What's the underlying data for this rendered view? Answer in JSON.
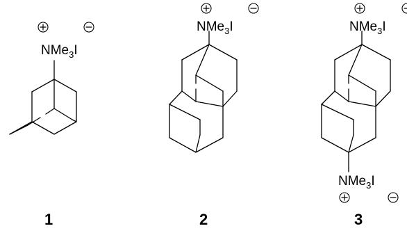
{
  "compounds": [
    {
      "number": "1",
      "substituent": {
        "main": "NMe",
        "subscript": "3",
        "counterion": "I"
      }
    },
    {
      "number": "2",
      "substituent": {
        "main": "NMe",
        "subscript": "3",
        "counterion": "I"
      }
    },
    {
      "number": "3",
      "substituent_top": {
        "main": "NMe",
        "subscript": "3",
        "counterion": "I"
      },
      "substituent_bottom": {
        "main": "NMe",
        "subscript": "3",
        "counterion": "I"
      }
    }
  ]
}
